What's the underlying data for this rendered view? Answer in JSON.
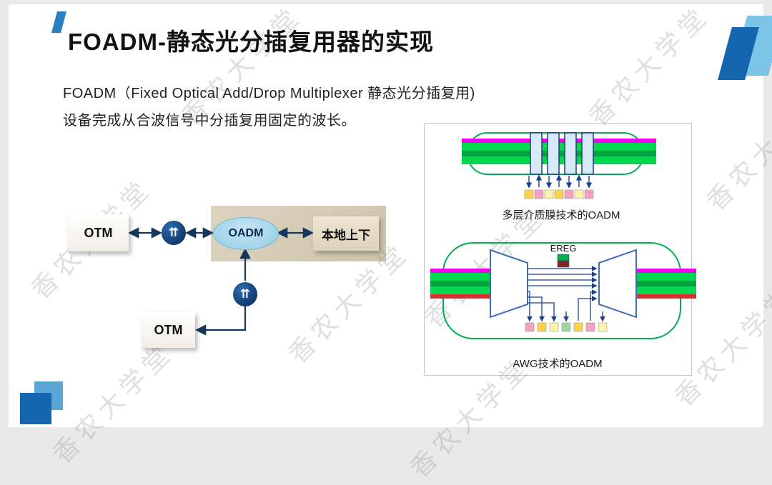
{
  "slide": {
    "title": "FOADM-静态光分插复用器的实现",
    "body": {
      "line1": "FOADM（Fixed Optical Add/Drop Multiplexer 静态光分插复用)",
      "line2": "设备完成从合波信号中分插复用固定的波长。"
    },
    "watermark_text": "香农大学堂"
  },
  "diagram": {
    "otm_top_label": "OTM",
    "oadm_label": "OADM",
    "local_label": "本地上下",
    "otm_bottom_label": "OTM",
    "link_icon_glyph": "⇈"
  },
  "panel": {
    "top_caption": "多层介质膜技术的OADM",
    "bottom_caption": "AWG技术的OADM",
    "ereg_label": "EREG"
  },
  "colors": {
    "accent_blue_dark": "#1566b0",
    "accent_blue_light": "#7cc4e8",
    "node_circle": "#16477f",
    "arrow_navy": "#16365c",
    "fiber_green": "#00d64e",
    "fiber_green_dark": "#00a33e",
    "fiber_magenta": "#f000f0",
    "fiber_red": "#d93030",
    "awg_outline_green": "#00b050",
    "filter_fill": "#d6eaf8",
    "trapezoid_stroke": "#3f6fb5",
    "channel_yellow": "#ffd24d",
    "channel_pink": "#f2a3bd",
    "channel_cream": "#fdf2ae"
  }
}
